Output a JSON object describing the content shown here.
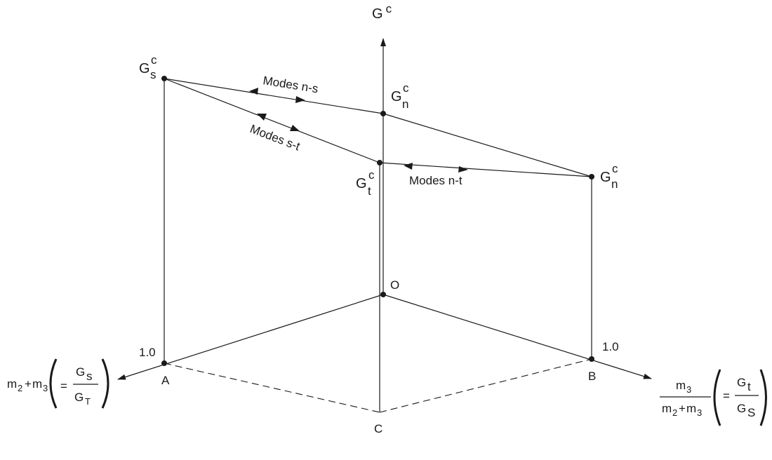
{
  "diagram": {
    "axis_vertical": {
      "base": "G",
      "sup": "c"
    },
    "node_gs": {
      "base": "G",
      "sub": "s",
      "sup": "c"
    },
    "node_gn_top": {
      "base": "G",
      "sub": "n",
      "sup": "c"
    },
    "node_gt": {
      "base": "G",
      "sub": "t",
      "sup": "c"
    },
    "node_gn_right": {
      "base": "G",
      "sub": "n",
      "sup": "c"
    },
    "path_labels": {
      "modes_ns": "Modes n-s",
      "modes_st": "Modes s-t",
      "modes_nt": "Modes n-t"
    },
    "points": {
      "O": "O",
      "A": "A",
      "B": "B",
      "C": "C"
    },
    "tick_left": "1.0",
    "tick_right": "1.0",
    "left_axis": {
      "m2": "m",
      "m2_sub": "2",
      "plus": "+",
      "m3": "m",
      "m3_sub": "3",
      "eq": "=",
      "frac_num": "G",
      "frac_num_sub": "s",
      "frac_den": "G",
      "frac_den_sub": "T"
    },
    "right_axis": {
      "num_m3": "m",
      "num_m3_sub": "3",
      "den_m2": "m",
      "den_m2_sub": "2",
      "den_plus": "+",
      "den_m3": "m",
      "den_m3_sub": "3",
      "eq": "=",
      "frac_num": "G",
      "frac_num_sub": "t",
      "frac_den": "G",
      "frac_den_sub": "S"
    },
    "colors": {
      "ink": "#1a1a1a",
      "background": "#ffffff"
    }
  }
}
